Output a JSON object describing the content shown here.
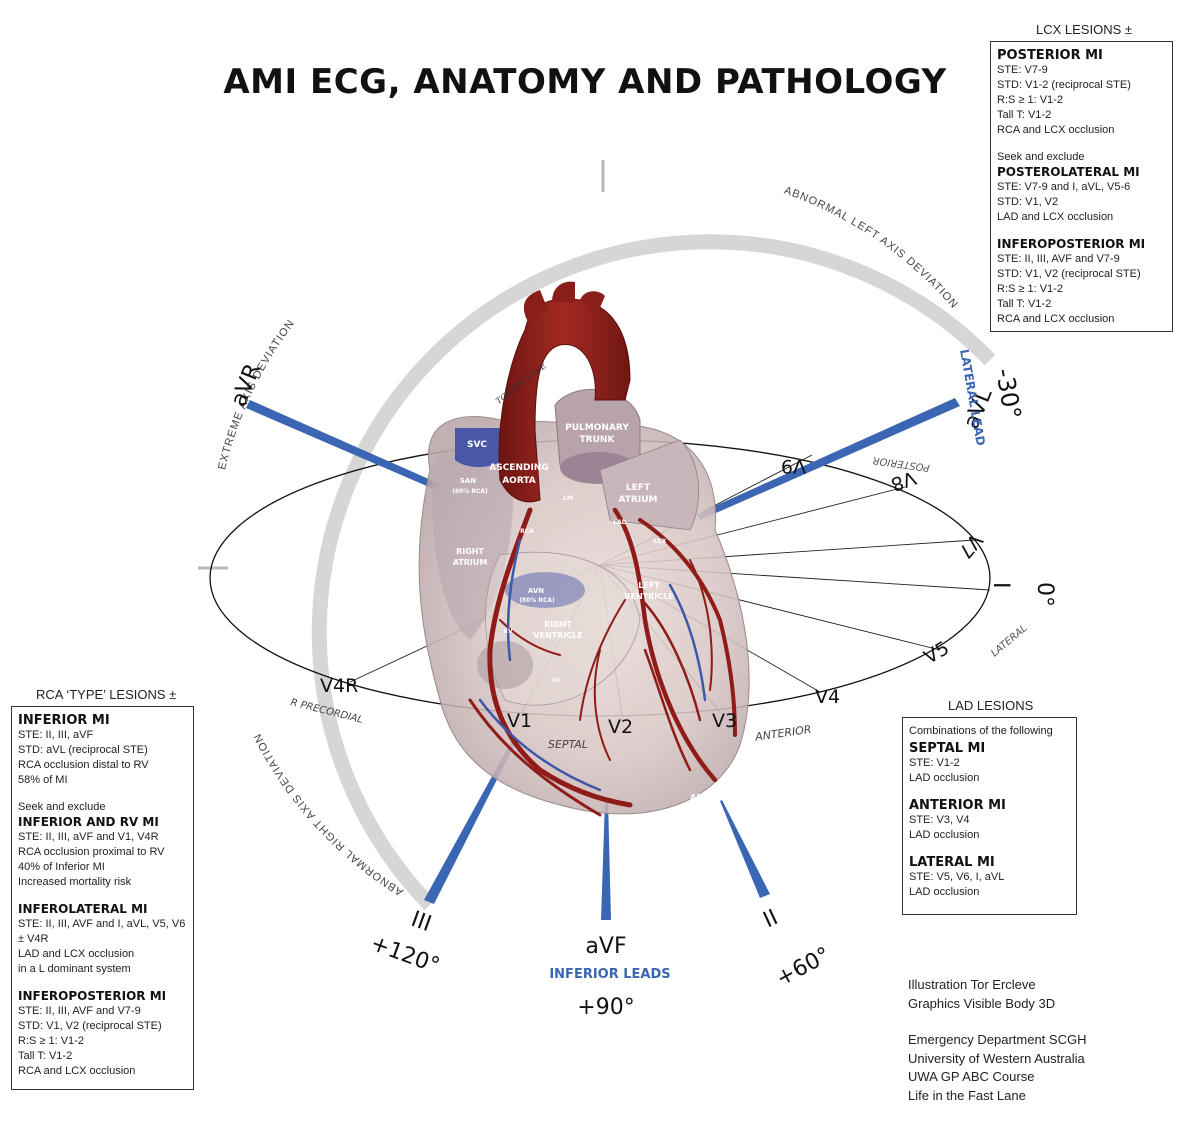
{
  "title": "AMI ECG, ANATOMY AND PATHOLOGY",
  "colors": {
    "lead_blue": "#3b66b3",
    "ring_gray": "#d6d6d6",
    "aorta_red": "#8e1e1a",
    "vein_blue": "#3d58a8",
    "heart_tissue": "#d9cbc9"
  },
  "axis_ring": {
    "extreme": "EXTREME AXIS DEVIATION",
    "left": "ABNORMAL LEFT AXIS DEVIATION",
    "right": "ABNORMAL RIGHT AXIS DEVIATION"
  },
  "limb_leads": {
    "avr": "aVR",
    "avl": "aVL",
    "avl_group": "LATERAL LEAD",
    "avl_deg": "-30°",
    "i": "I",
    "i_deg": "0°",
    "ii": "II",
    "ii_deg": "+60°",
    "avf": "aVF",
    "avf_group": "INFERIOR LEADS",
    "avf_deg": "+90°",
    "iii": "III",
    "iii_deg": "+120°"
  },
  "precordial": {
    "v1": "V1",
    "v2": "V2",
    "v3": "V3",
    "v4": "V4",
    "v5": "V5",
    "v6": "V6",
    "v7": "V7",
    "v8": "V8",
    "v9": "V9",
    "v4r": "V4R",
    "posterior": "POSTERIOR",
    "lateral": "LATERAL",
    "anterior": "ANTERIOR",
    "septal": "SEPTAL",
    "rprecordial": "R PRECORDIAL"
  },
  "anatomy": {
    "svc": "SVC",
    "san": "SAN",
    "san_sub": "(60% RCA)",
    "ascending": "ASCENDING",
    "aorta": "AORTA",
    "pulmonary": "PULMONARY",
    "trunk": "TRUNK",
    "left": "LEFT",
    "atrium": "ATRIUM",
    "right": "RIGHT",
    "avn": "AVN",
    "avn_sub": "(80% RCA)",
    "ventricle": "VENTRICLE",
    "rca": "RCA",
    "lm": "LM",
    "lad": "LAD",
    "lcx": "LCX",
    "lv": "LV",
    "rv": "RV",
    "apex": "APEX",
    "signature": "TOR ERCLEVE"
  },
  "lcx_box": {
    "heading": "LCX LESIONS ±",
    "posterior_title": "POSTERIOR MI",
    "posterior": [
      "STE: V7-9",
      "STD: V1-2 (reciprocal STE)",
      "R:S ≥ 1: V1-2",
      "Tall T: V1-2",
      "RCA and LCX occlusion"
    ],
    "seek": "Seek and exclude",
    "posterolateral_title": "POSTEROLATERAL MI",
    "posterolateral": [
      "STE: V7-9 and I, aVL, V5-6",
      "STD: V1, V2",
      "LAD and LCX occlusion"
    ],
    "inferoposterior_title": "INFEROPOSTERIOR MI",
    "inferoposterior": [
      "STE: II, III, AVF and V7-9",
      "STD: V1, V2 (reciprocal STE)",
      "R:S ≥ 1: V1-2",
      "Tall T: V1-2",
      "RCA and LCX occlusion"
    ]
  },
  "rca_box": {
    "heading": "RCA ‘TYPE’ LESIONS ±",
    "inferior_title": "INFERIOR MI",
    "inferior": [
      "STE: II, III, aVF",
      "STD: aVL (reciprocal STE)",
      "RCA occlusion distal to RV",
      "58% of MI"
    ],
    "seek": "Seek and exclude",
    "inferior_rv_title": "INFERIOR AND RV MI",
    "inferior_rv": [
      "STE: II, III, aVF and V1, V4R",
      "RCA occlusion proximal to RV",
      "40% of Inferior MI",
      "Increased mortality risk"
    ],
    "inferolateral_title": "INFEROLATERAL MI",
    "inferolateral": [
      "STE:  II, III, AVF and I, aVL, V5, V6",
      "± V4R",
      "LAD and LCX occlusion",
      "in a L dominant system"
    ],
    "inferoposterior_title": "INFEROPOSTERIOR MI",
    "inferoposterior": [
      "STE: II, III, AVF and V7-9",
      "STD: V1, V2 (reciprocal STE)",
      "R:S ≥ 1: V1-2",
      "Tall T: V1-2",
      "RCA and LCX occlusion"
    ]
  },
  "lad_box": {
    "heading": "LAD LESIONS",
    "intro": "Combinations of the following",
    "septal_title": "SEPTAL MI",
    "septal": [
      "STE: V1-2",
      "LAD occlusion"
    ],
    "anterior_title": "ANTERIOR MI",
    "anterior": [
      "STE: V3, V4",
      "LAD occlusion"
    ],
    "lateral_title": "LATERAL MI",
    "lateral": [
      "STE: V5, V6, I, aVL",
      "LAD occlusion"
    ]
  },
  "credits": {
    "line1": "Illustration Tor Ercleve",
    "line2": "Graphics Visible Body 3D",
    "line3": "Emergency Department SCGH",
    "line4": "University of Western Australia",
    "line5": "UWA GP ABC Course",
    "line6": "Life in the Fast Lane"
  }
}
